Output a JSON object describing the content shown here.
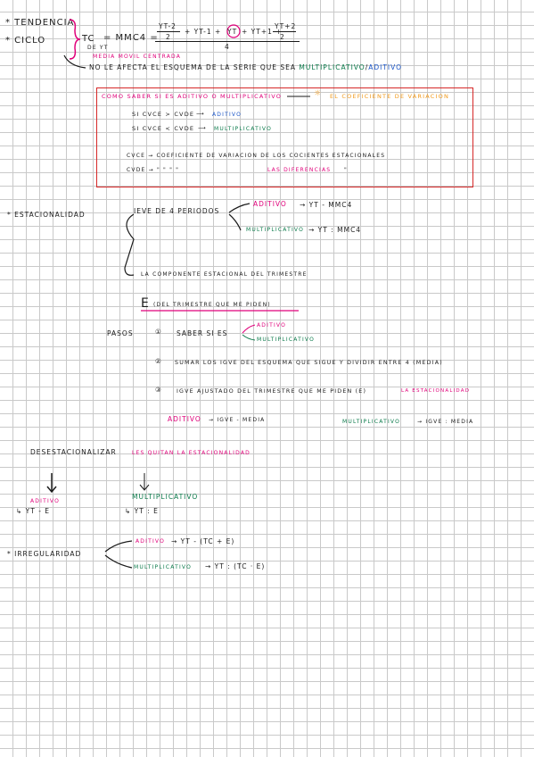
{
  "tendencia": "* Tendencia",
  "ciclo": "* Ciclo",
  "tc_label": "TC",
  "tc_sub": "de yt",
  "mmc": "= MMC4 =",
  "media_movil": "media movil centrada",
  "num1_top": "yt-2",
  "num1_bot": "2",
  "num_mid": "+ yt-1 +",
  "num_circle": "yt",
  "num_mid2": "+ yt+1 +",
  "num2_top": "yt+2",
  "num2_bot": "2",
  "denominator": "4",
  "no_afecta": "No le afecta el esquema de la serie que sea",
  "no_afecta_mult": "multiplicativo",
  "no_afecta_slash": "/",
  "no_afecta_adit": "aditivo",
  "box": {
    "line1": "Como saber si es aditivo o multiplicativo",
    "line1_coef": "el coeficiente de variacion",
    "line2": "si CVCE > CVDE",
    "line2_res": "aditivo",
    "line3": "si CVCE < CVDE",
    "line3_res": "multiplicativo",
    "line4": "CVCE → coeficiente de variacion de los cocientes estacionales",
    "line5": "CVDE →    \"     \"     \"     \"",
    "line5_pink": "las diferencias",
    "line5_end": "\""
  },
  "estacionalidad": "* Estacionalidad",
  "igve": "IEVE de 4 periodos",
  "est_adit": "aditivo",
  "est_adit_formula": "→ yt - MMC4",
  "est_mult": "multiplicativo",
  "est_mult_formula": "→ yt : MMC4",
  "componente": "La componente estacional del trimestre",
  "e_big": "E",
  "e_label": "(del trimestre que me piden)",
  "pasos": "Pasos",
  "paso1_num": "①",
  "paso1": "saber si es",
  "paso1_adit": "aditivo",
  "paso1_mult": "multiplicativo",
  "paso2_num": "②",
  "paso2": "sumar los IGVE del esquema que sigue y dividir entre 4 (media)",
  "paso3_num": "③",
  "paso3": "IGVE ajustado del trimestre que me piden (E)",
  "paso3_pink": "la estacionalidad",
  "paso3_adit": "aditivo",
  "paso3_adit_formula": "→ IGVE - media",
  "paso3_mult": "multiplicativo",
  "paso3_mult_formula": "→ IGVE : media",
  "desest": "Desestacionalizar",
  "desest_pink": "les quitan la estacionalidad",
  "des_adit": "aditivo",
  "des_adit_formula": "yt - E",
  "des_mult": "multiplicativo",
  "des_mult_formula": "yt : E",
  "irregularidad": "* Irregularidad",
  "irr_adit": "aditivo",
  "irr_adit_formula": "→ yt - (TC + E)",
  "irr_mult": "multiplicativo",
  "irr_mult_formula": "→ yt : (TC · E)"
}
